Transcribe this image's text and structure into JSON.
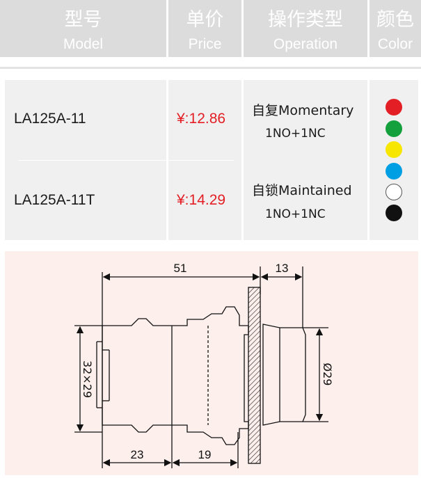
{
  "header": {
    "model": {
      "cn": "型号",
      "en": "Model"
    },
    "price": {
      "cn": "单价",
      "en": "Price"
    },
    "operation": {
      "cn": "操作类型",
      "en": "Operation"
    },
    "color": {
      "cn": "颜色",
      "en": "Color"
    }
  },
  "rows": [
    {
      "model": "LA125A-11",
      "price": "¥:12.86",
      "operation": "自复Momentary",
      "contacts": "1NO+1NC"
    },
    {
      "model": "LA125A-11T",
      "price": "¥:14.29",
      "operation": "自锁Maintained",
      "contacts": "1NO+1NC"
    }
  ],
  "colors": [
    {
      "name": "red",
      "hex": "#e31e24"
    },
    {
      "name": "green",
      "hex": "#14a03c"
    },
    {
      "name": "yellow",
      "hex": "#f7e600"
    },
    {
      "name": "blue",
      "hex": "#009ee3"
    },
    {
      "name": "white",
      "hex": "#ffffff"
    },
    {
      "name": "black",
      "hex": "#111111"
    }
  ],
  "drawing": {
    "dim_length": "51",
    "dim_head": "13",
    "dim_body": "32×29",
    "dim_diameter": "Ø29",
    "dim_base": "23",
    "dim_mid": "19"
  }
}
